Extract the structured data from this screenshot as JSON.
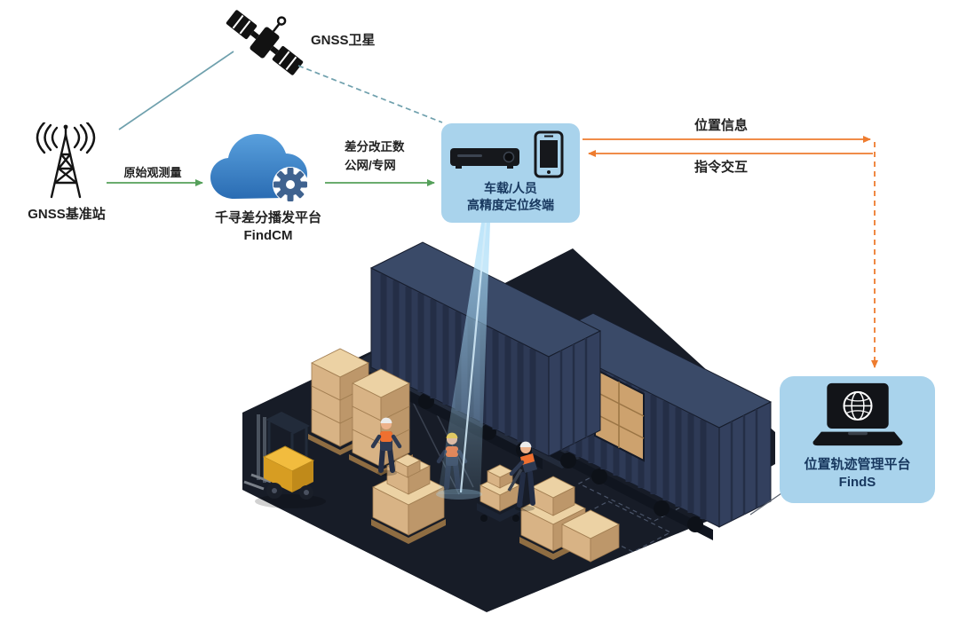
{
  "colors": {
    "teal": "#6fa0ad",
    "green": "#55a05a",
    "orange": "#ee7c2f",
    "panel_blue": "#a9d3ec",
    "label_navy": "#17375e"
  },
  "nodes": {
    "satellite": {
      "label": "GNSS卫星"
    },
    "base_station": {
      "label": "GNSS基准站"
    },
    "cloud": {
      "name": "千寻差分播发平台",
      "product": "FindCM"
    },
    "terminal": {
      "line1": "车载/人员",
      "line2": "高精度定位终端"
    },
    "platform": {
      "name": "位置轨迹管理平台",
      "product": "FindS"
    }
  },
  "links": {
    "raw_obs": {
      "label": "原始观测量"
    },
    "corrections": {
      "line1": "差分改正数",
      "line2": "公网/专网"
    },
    "position_info": {
      "label": "位置信息"
    },
    "command_exchange": {
      "label": "指令交互"
    }
  }
}
